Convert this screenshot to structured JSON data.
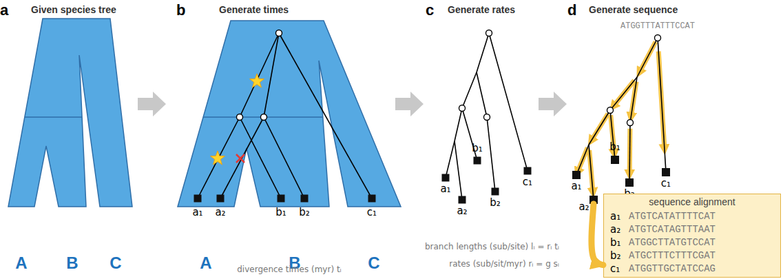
{
  "diagram": {
    "nodes": [
      {
        "text": [
          "a₁"
        ]
      },
      {
        "text": [
          "a₂"
        ]
      },
      {
        "text": [
          "b₁"
        ]
      },
      {
        "text": [
          "b₂"
        ]
      },
      {
        "text": [
          "c₁"
        ]
      },
      {
        "text": [
          "sequence alignment",
          "a₁",
          "ATGTCATATTTTCAT",
          "a₂",
          "ATGTCATAGTTTAAT",
          "b₁",
          "ATGGCTTATGTCCAT",
          "b₂",
          "ATGCTTTCTTTCGAT",
          "c₁",
          "ATGGTTGCTATCCAG"
        ]
      }
    ],
    "edges": [
      {
        "from": 1,
        "to": 5,
        "arrow": "to"
      }
    ],
    "labels": [
      "a",
      "Given species tree",
      "A",
      "B",
      "C",
      "b",
      "Generate times",
      "a₁",
      "a₂",
      "b₁",
      "b₂",
      "c₁",
      "A",
      "B",
      "C",
      "divergence times (myr) tᵢ",
      "c",
      "Generate rates",
      "a₁",
      "a₂",
      "b₁",
      "b₂",
      "c₁",
      "branch lengths (sub/site) lᵢ = rᵢ tᵢ",
      "rates (sub/sit/myr) rᵢ = g sᵢ",
      "d",
      "Generate sequence",
      "ATGGTTTATTTCCAT"
    ]
  }
}
